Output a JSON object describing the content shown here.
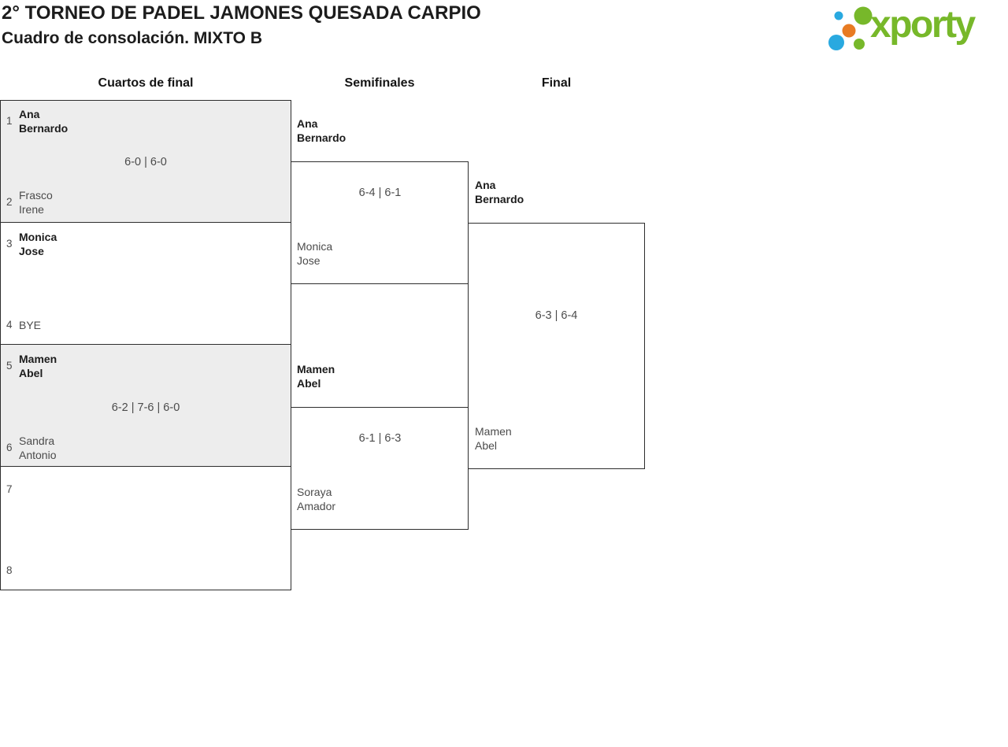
{
  "header": {
    "title": "2° TORNEO DE PADEL JAMONES QUESADA CARPIO",
    "subtitle": "Cuadro de consolación. MIXTO B"
  },
  "logo": {
    "text": "xporty",
    "colors": {
      "green": "#77b82a",
      "blue": "#29a9e0",
      "orange": "#e87b23"
    }
  },
  "rounds": [
    {
      "label": "Cuartos de final"
    },
    {
      "label": "Semifinales"
    },
    {
      "label": "Final"
    }
  ],
  "bracket": {
    "quarterfinals": [
      {
        "top_seed": "1",
        "top_team": [
          "Ana",
          "Bernardo"
        ],
        "score": "6-0 | 6-0",
        "bottom_seed": "2",
        "bottom_team": [
          "Frasco",
          "Irene"
        ],
        "winner": "top"
      },
      {
        "top_seed": "3",
        "top_team": [
          "Monica",
          "Jose"
        ],
        "score": "",
        "bottom_seed": "4",
        "bottom_team": [
          "BYE"
        ],
        "winner": "top"
      },
      {
        "top_seed": "5",
        "top_team": [
          "Mamen",
          "Abel"
        ],
        "score": "6-2 | 7-6 | 6-0",
        "bottom_seed": "6",
        "bottom_team": [
          "Sandra",
          "Antonio"
        ],
        "winner": "top"
      },
      {
        "top_seed": "7",
        "top_team": [],
        "score": "",
        "bottom_seed": "8",
        "bottom_team": [],
        "winner": ""
      }
    ],
    "semifinals": [
      {
        "top_team": [
          "Ana",
          "Bernardo"
        ],
        "score": "6-4 | 6-1",
        "bottom_team": [
          "Monica",
          "Jose"
        ],
        "winner": "top"
      },
      {
        "top_team": [
          "Mamen",
          "Abel"
        ],
        "score": "6-1 | 6-3",
        "bottom_team": [
          "Soraya",
          "Amador"
        ],
        "winner": "top"
      }
    ],
    "final": {
      "top_team": [
        "Ana",
        "Bernardo"
      ],
      "score": "6-3 | 6-4",
      "bottom_team": [
        "Mamen",
        "Abel"
      ],
      "winner": "top"
    }
  }
}
